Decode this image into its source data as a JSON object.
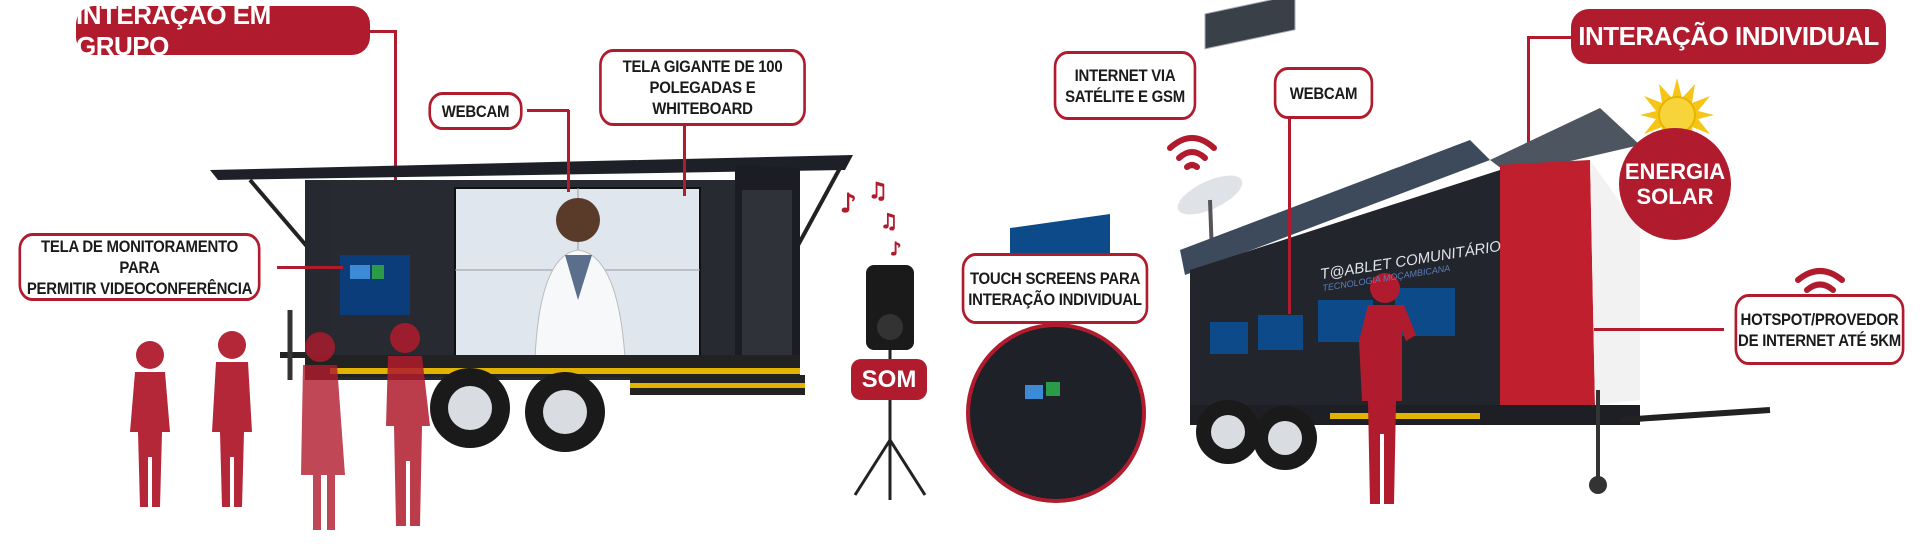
{
  "group": {
    "title": "INTERAÇÃO EM GRUPO",
    "webcam": "WEBCAM",
    "giant_screen": [
      "TELA GIGANTE DE 100",
      "POLEGADAS E WHITEBOARD"
    ],
    "monitor_screen": [
      "TELA DE MONITORAMENTO PARA",
      "PERMITIR VIDEOCONFERÊNCIA"
    ],
    "sound": "SOM"
  },
  "individual": {
    "title": "INTERAÇÃO INDIVIDUAL",
    "internet": [
      "INTERNET VIA",
      "SATÉLITE E GSM"
    ],
    "webcam": "WEBCAM",
    "touch": [
      "TOUCH SCREENS PARA",
      "INTERAÇÃO INDIVIDUAL"
    ],
    "solar": [
      "ENERGIA",
      "SOLAR"
    ],
    "hotspot": [
      "HOTSPOT/PROVEDOR",
      "DE INTERNET ATÉ 5KM"
    ],
    "brand": "T@ABLET COMUNITÁRIO",
    "brand_sub": "TECNOLOGIA MOÇAMBICANA"
  },
  "colors": {
    "accent": "#b01c2e",
    "trailer": "#23262d",
    "sun": "#f5c518"
  }
}
